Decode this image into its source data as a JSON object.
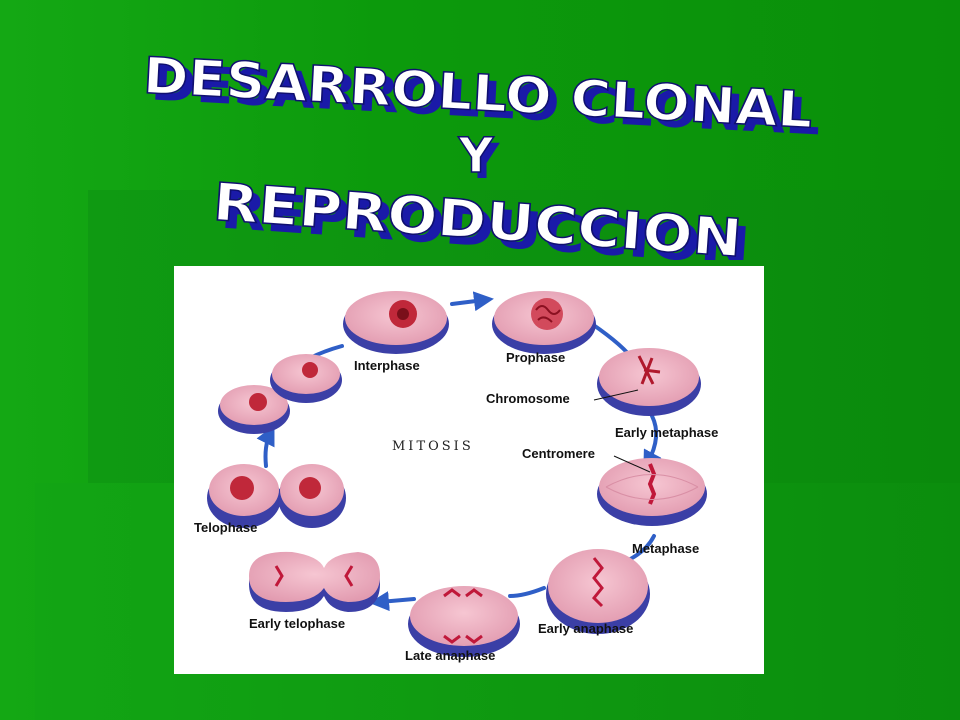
{
  "slide": {
    "title_line1": "DESARROLLO CLONAL",
    "title_line2": "Y",
    "title_line3": "REPRODUCCION"
  },
  "diagram": {
    "center_label": "MITOSIS",
    "stages": {
      "interphase": "Interphase",
      "prophase": "Prophase",
      "early_metaphase": "Early metaphase",
      "metaphase": "Metaphase",
      "early_anaphase": "Early anaphase",
      "late_anaphase": "Late anaphase",
      "early_telophase": "Early telophase",
      "telophase": "Telophase"
    },
    "callouts": {
      "chromosome": "Chromosome",
      "centromere": "Centromere"
    }
  },
  "colors": {
    "background": "#0c9a0c",
    "title_fill": "#ffffff",
    "title_shadow": "#1a1aa8",
    "cell_fill": "#e8a5b8",
    "cell_edge": "#3b3fa6",
    "arrow": "#2f5fc7"
  }
}
